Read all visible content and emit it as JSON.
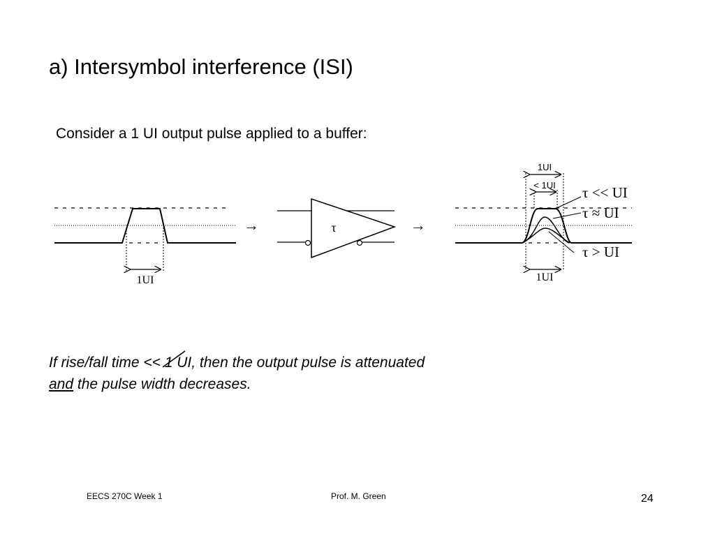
{
  "title": "a)  Intersymbol interference (ISI)",
  "intro": "Consider a 1 UI output pulse applied to a buffer:",
  "diagram": {
    "input_ui_label": "1UI",
    "buffer_label": "τ",
    "output_ui_top_label": "1UI",
    "output_lt_ui_label": "< 1UI",
    "output_ui_bottom_label": "1UI",
    "curve_fast_label": "τ << UI",
    "curve_medium_label": "τ ≈ UI",
    "curve_slow_label": "τ > UI",
    "arrow_glyph": "→"
  },
  "conclusion": {
    "line1": "If rise/fall time << 1 UI, then the output pulse is attenuated",
    "line2_underlined": "and",
    "line2_rest": " the pulse width decreases."
  },
  "footer": {
    "course": "EECS 270C  Week 1",
    "author": "Prof. M. Green",
    "page": "24"
  }
}
